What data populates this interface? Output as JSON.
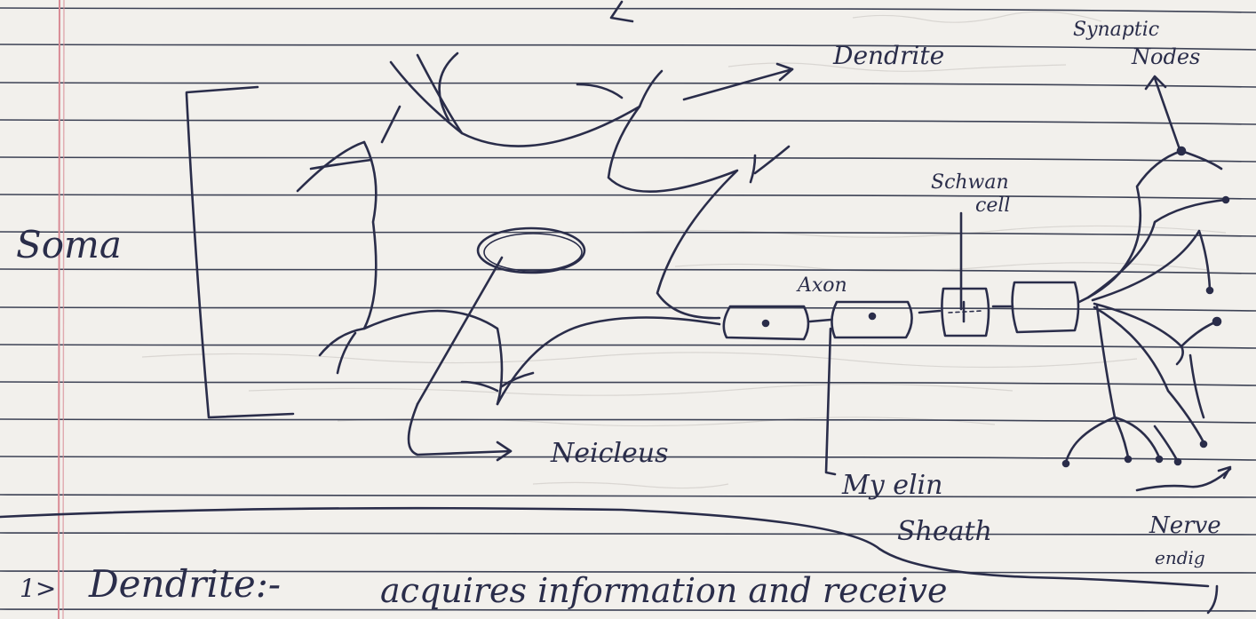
{
  "labels": {
    "soma": "Soma",
    "dendrite": "Dendrite",
    "synaptic_nodes_line1": "Synaptic",
    "synaptic_nodes_line2": "Nodes",
    "schwann_line1": "Schwan",
    "schwann_line2": "cell",
    "axon": "Axon",
    "nucleus": "Neicleus",
    "myelin_line1": "My elin",
    "myelin_line2": "Sheath",
    "nerve_line1": "Nerve",
    "nerve_line2": "endig"
  },
  "note_text": {
    "number": "1>",
    "term": "Dendrite:-",
    "definition": "acquires information and receive"
  },
  "colors": {
    "paper": "#f2f0ec",
    "rule": "#3d4255",
    "margin": "#d98b95",
    "ink": "#2a2d4a",
    "faint_ink": "#c9c6c2"
  }
}
